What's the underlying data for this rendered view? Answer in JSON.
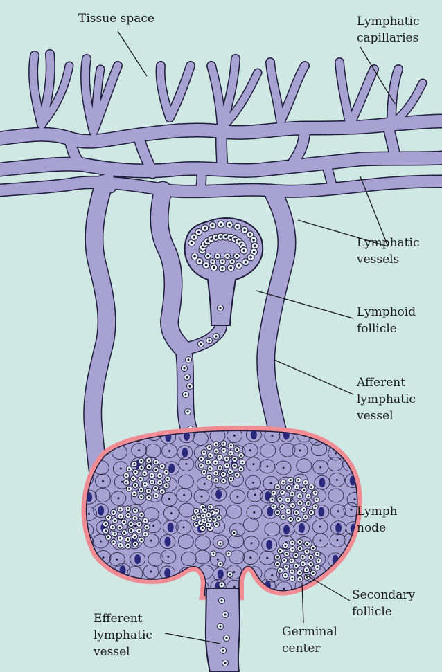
{
  "colors": {
    "background": "#cfe8e4",
    "vessel_fill": "#a8a2d3",
    "vessel_stroke": "#1f1b3a",
    "capsule": "#f08d94",
    "cell_fill": "#e6f3f8",
    "nucleus_dark": "#29287a"
  },
  "labels": {
    "tissue_space": "Tissue space",
    "lymphatic_capillaries": [
      "Lymphatic",
      "capillaries"
    ],
    "lymphatic_vessels": [
      "Lymphatic",
      "vessels"
    ],
    "lymphoid_follicle": [
      "Lymphoid",
      "follicle"
    ],
    "afferent_vessel": [
      "Afferent",
      "lymphatic",
      "vessel"
    ],
    "lymph_node": [
      "Lymph",
      "node"
    ],
    "secondary_follicle": [
      "Secondary",
      "follicle"
    ],
    "germinal_center": [
      "Germinal",
      "center"
    ],
    "efferent_vessel": [
      "Efferent",
      "lymphatic",
      "vessel"
    ]
  }
}
